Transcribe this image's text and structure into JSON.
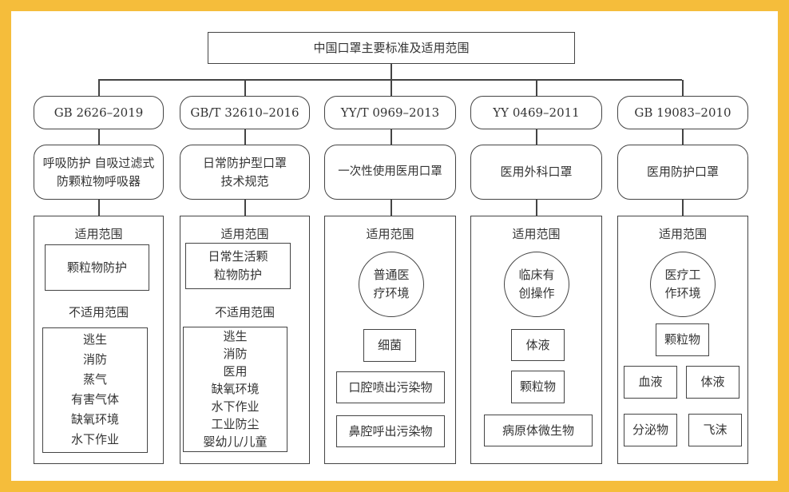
{
  "title": "中国口罩主要标准及适用范围",
  "columns": [
    {
      "standard": "GB 2626–2019",
      "name": "呼吸防护 自吸过滤式防颗粒物呼吸器",
      "scope_label": "适用范围",
      "scope": [
        "颗粒物防护"
      ],
      "not_scope_label": "不适用范围",
      "not_scope": [
        "逃生",
        "消防",
        "蒸气",
        "有害气体",
        "缺氧环境",
        "水下作业"
      ]
    },
    {
      "standard": "GB/T 32610–2016",
      "name": "日常防护型口罩技术规范",
      "scope_label": "适用范围",
      "scope": [
        "日常生活颗粒物防护"
      ],
      "not_scope_label": "不适用范围",
      "not_scope": [
        "逃生",
        "消防",
        "医用",
        "缺氧环境",
        "水下作业",
        "工业防尘",
        "婴幼儿/儿童"
      ]
    },
    {
      "standard": "YY/T 0969–2013",
      "name": "一次性使用医用口罩",
      "scope_label": "适用范围",
      "environment": "普通医疗环境",
      "scope": [
        "细菌",
        "口腔喷出污染物",
        "鼻腔呼出污染物"
      ]
    },
    {
      "standard": "YY 0469–2011",
      "name": "医用外科口罩",
      "scope_label": "适用范围",
      "environment": "临床有创操作",
      "scope": [
        "体液",
        "颗粒物",
        "病原体微生物"
      ]
    },
    {
      "standard": "GB 19083–2010",
      "name": "医用防护口罩",
      "scope_label": "适用范围",
      "environment": "医疗工作环境",
      "scope": [
        "颗粒物",
        "血液",
        "体液",
        "分泌物",
        "飞沫"
      ]
    }
  ]
}
